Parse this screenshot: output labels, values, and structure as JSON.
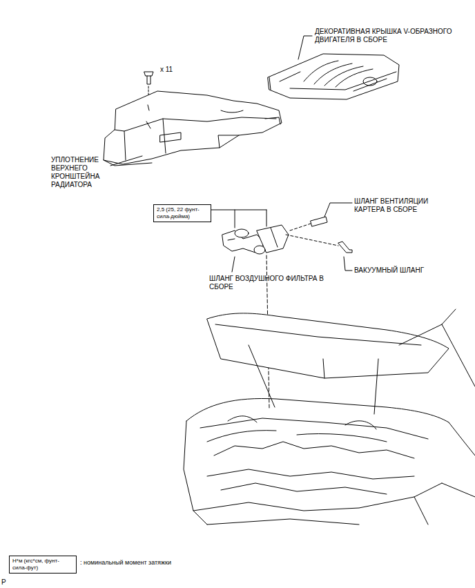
{
  "diagram": {
    "nodes": [
      {
        "text": [
          "2,5 (25, 22 фунт- сила-дюйма)"
        ]
      },
      {
        "text": [
          "Н*м (кгс*см, фунт- сила-фут)"
        ]
      }
    ],
    "labels": [
      "ДЕКОРАТИВНАЯ КРЫШКА V-ОБРАЗНОГО ДВИГАТЕЛЯ В СБОРЕ",
      "x 11",
      "УПЛОТНЕНИЕ ВЕРХНЕГО КРОНШТЕЙНА РАДИАТОРА",
      "ШЛАНГ ВЕНТИЛЯЦИИ КАРТЕРА В СБОРЕ",
      "ШЛАНГ ВОЗДУШНОГО ФИЛЬТРА В СБОРЕ",
      "ВАКУУМНЫЙ ШЛАНГ",
      "P"
    ],
    "legend": [
      {
        "text": ": номинальный момент затяжки"
      }
    ]
  }
}
